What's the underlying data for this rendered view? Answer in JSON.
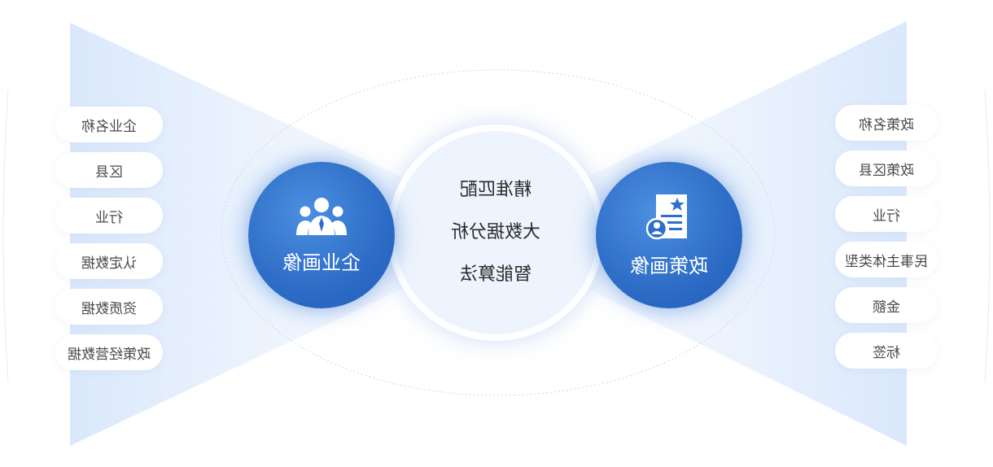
{
  "enterprise_node": {
    "label": "企业画像"
  },
  "policy_node": {
    "label": "政策画像"
  },
  "center": {
    "lines": [
      "精准匹配",
      "大数据分析",
      "智能算法"
    ]
  },
  "enterprise_items": [
    "企业名称",
    "区县",
    "行业",
    "认定数据",
    "资质数据",
    "政策经营数据"
  ],
  "policy_items": [
    "政策名称",
    "政策区县",
    "行业",
    "民事主体类型",
    "金额",
    "标签"
  ],
  "colors": {
    "accent": "#2f6fc8",
    "accent_light": "#4c8fe0",
    "panel": "#eef4fd",
    "text": "#4a4a4a"
  },
  "icons": {
    "enterprise": "people-group-icon",
    "policy": "document-user-icon"
  }
}
